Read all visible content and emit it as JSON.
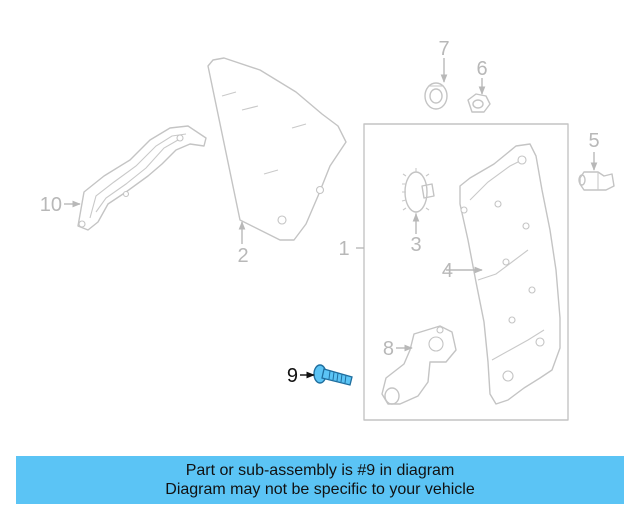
{
  "diagram": {
    "highlighted_part": "9",
    "callouts": [
      {
        "id": "1",
        "label": "1"
      },
      {
        "id": "2",
        "label": "2"
      },
      {
        "id": "3",
        "label": "3"
      },
      {
        "id": "4",
        "label": "4"
      },
      {
        "id": "5",
        "label": "5"
      },
      {
        "id": "6",
        "label": "6"
      },
      {
        "id": "7",
        "label": "7"
      },
      {
        "id": "8",
        "label": "8"
      },
      {
        "id": "9",
        "label": "9"
      },
      {
        "id": "10",
        "label": "10"
      }
    ],
    "colors": {
      "line": "#c4c4c4",
      "label": "#b8b8b8",
      "highlight_label": "#111111",
      "highlight_part": "#5bc4f5",
      "banner": "#5bc4f5"
    }
  },
  "banner": {
    "line1": "Part or sub-assembly is #9 in diagram",
    "line2": "Diagram may not be specific to your vehicle"
  }
}
